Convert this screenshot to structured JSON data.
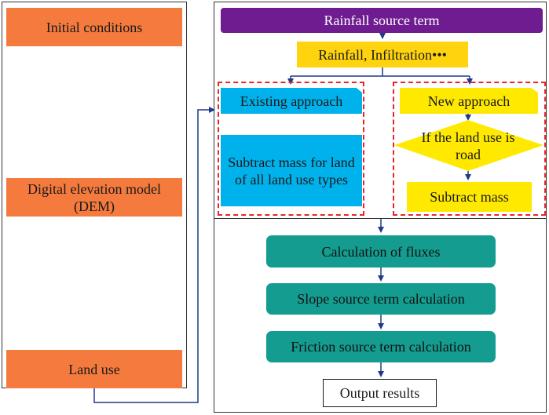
{
  "left_panel": {
    "initial_conditions": "Initial conditions",
    "dem": "Digital elevation model (DEM)",
    "land_use": "Land use"
  },
  "right_panel": {
    "rainfall_source_term": "Rainfall source term",
    "rainfall_infiltration": "Rainfall, Infiltration•••",
    "existing_approach": "Existing approach",
    "existing_subtract": "Subtract mass for land of all land use types",
    "new_approach": "New approach",
    "decision": "If the land use is road",
    "subtract_mass": "Subtract mass",
    "calc_fluxes": "Calculation of fluxes",
    "slope_source": "Slope source term calculation",
    "friction_source": "Friction source term calculation",
    "output_results": "Output results"
  },
  "colors": {
    "orange": "#f47a3d",
    "purple": "#6e1c8f",
    "yellow": "#ffd40e",
    "cyan": "#00b2ec",
    "teal": "#139c8f",
    "arrow": "#1f3a8a",
    "dashed": "#e8262a"
  }
}
